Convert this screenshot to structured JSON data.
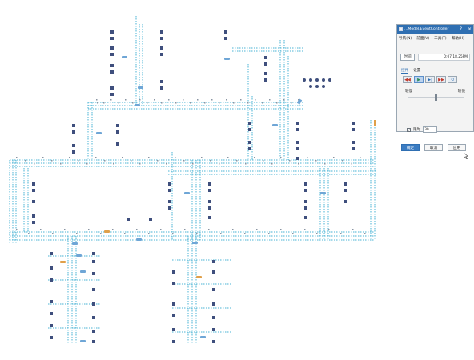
{
  "dialog": {
    "title": "...Model.EventController",
    "help_glyph": "?",
    "close_glyph": "×",
    "menu": [
      "导航(N)",
      "前面(V)",
      "工具(T)",
      "帮助(H)"
    ],
    "time_button": "时间",
    "time_value": "0:07:18.25PM",
    "tabs": [
      "控件",
      "设置"
    ],
    "controls": [
      {
        "icon": "rewind-icon",
        "glyph": "◀◀"
      },
      {
        "icon": "play-icon",
        "glyph": "▶"
      },
      {
        "icon": "step-forward-icon",
        "glyph": "▶|"
      },
      {
        "icon": "fast-forward-icon",
        "glyph": "▶▶"
      },
      {
        "icon": "reset-icon",
        "glyph": "⟲"
      }
    ],
    "speed_slow": "较慢",
    "speed_fast": "较快",
    "speed_level": 0.5,
    "time_limit_label": "限时",
    "time_limit_checked": true,
    "time_limit_value": "30",
    "buttons": {
      "ok": "确定",
      "cancel": "取消",
      "apply": "应用"
    }
  },
  "colors": {
    "accent": "#2f6fb2",
    "conveyor_line": "#48b3d4",
    "node_dark": "#3f4f7d",
    "node_blue": "#6fa6d6",
    "node_orange": "#e0a04a"
  }
}
